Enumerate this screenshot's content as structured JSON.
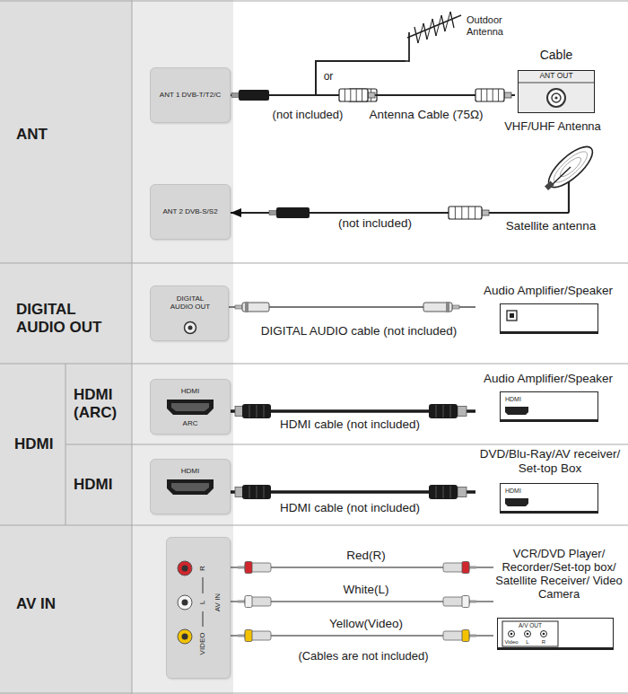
{
  "diagram": {
    "nodes": [
      {
        "text": [
          "ANT 1 DVB-T/T2/C"
        ]
      },
      {
        "text": [
          "Outdoor Antenna"
        ]
      },
      {
        "text": [
          "Cable",
          "ANT OUT"
        ]
      },
      {
        "text": [
          "ANT 2 DVB-S/S2"
        ]
      },
      {
        "text": [
          "Satellite antenna"
        ]
      },
      {
        "text": [
          "DIGITAL AUDIO OUT"
        ]
      },
      {
        "text": [
          "Audio Amplifier/Speaker"
        ]
      },
      {
        "text": [
          "HDMI",
          "ARC"
        ]
      },
      {
        "text": [
          "Audio Amplifier/Speaker",
          "HDMI"
        ]
      },
      {
        "text": [
          "HDMI"
        ]
      },
      {
        "text": [
          "DVD/Blu-Ray/AV receiver/ Set-top Box",
          "HDMI"
        ]
      },
      {
        "text": [
          "R",
          "L",
          "VIDEO",
          "AV IN"
        ]
      },
      {
        "text": [
          "VCR/DVD Player/ Recorder/Set-top box/ Satellite Receiver/ Video Camera",
          "A/V OUT",
          "Video",
          "L",
          "R"
        ]
      }
    ],
    "edges": [
      {
        "from": 0,
        "to": 1,
        "arrow": "none"
      },
      {
        "from": 0,
        "to": 2,
        "label": "Antenna Cable (75Ω)",
        "arrow": "none"
      },
      {
        "from": 4,
        "to": 3,
        "label": "(not included)",
        "arrow": "to"
      },
      {
        "from": 5,
        "to": 6,
        "label": "DIGITAL AUDIO cable (not included)",
        "arrow": "none"
      },
      {
        "from": 7,
        "to": 8,
        "label": "HDMI cable (not included)",
        "arrow": "none"
      },
      {
        "from": 9,
        "to": 10,
        "label": "HDMI cable (not included)",
        "arrow": "none"
      },
      {
        "from": 11,
        "to": 12,
        "label": "Red(R)",
        "arrow": "none"
      },
      {
        "from": 11,
        "to": 12,
        "label": "White(L)",
        "arrow": "none"
      },
      {
        "from": 11,
        "to": 12,
        "label": "Yellow(Video)",
        "arrow": "none"
      }
    ],
    "labels": [
      "ANT",
      "DIGITAL AUDIO OUT",
      "HDMI",
      "HDMI (ARC)",
      "HDMI",
      "AV IN",
      "or",
      "(not included)",
      "VHF/UHF Antenna",
      "(Cables are not included)"
    ]
  }
}
